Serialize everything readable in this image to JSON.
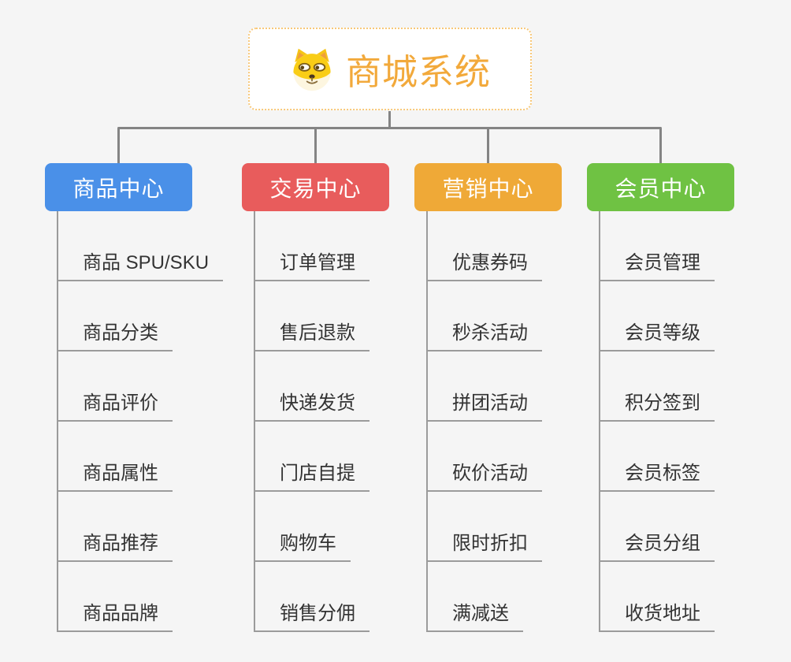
{
  "root": {
    "title": "商城系统",
    "icon": "dog-face-icon"
  },
  "branches": [
    {
      "label": "商品中心",
      "color": "#4a90e8",
      "children": [
        "商品 SPU/SKU",
        "商品分类",
        "商品评价",
        "商品属性",
        "商品推荐",
        "商品品牌"
      ]
    },
    {
      "label": "交易中心",
      "color": "#e85c5c",
      "children": [
        "订单管理",
        "售后退款",
        "快递发货",
        "门店自提",
        "购物车",
        "销售分佣"
      ]
    },
    {
      "label": "营销中心",
      "color": "#efa937",
      "children": [
        "优惠券码",
        "秒杀活动",
        "拼团活动",
        "砍价活动",
        "限时折扣",
        "满减送"
      ]
    },
    {
      "label": "会员中心",
      "color": "#6fc243",
      "children": [
        "会员管理",
        "会员等级",
        "积分签到",
        "会员标签",
        "会员分组",
        "收货地址"
      ]
    }
  ],
  "colors": {
    "background": "#f5f5f5",
    "root_text": "#f2a93b",
    "root_border": "#f8c879",
    "connector": "#848484",
    "underline": "#9b9b9b",
    "child_text": "#333333"
  }
}
